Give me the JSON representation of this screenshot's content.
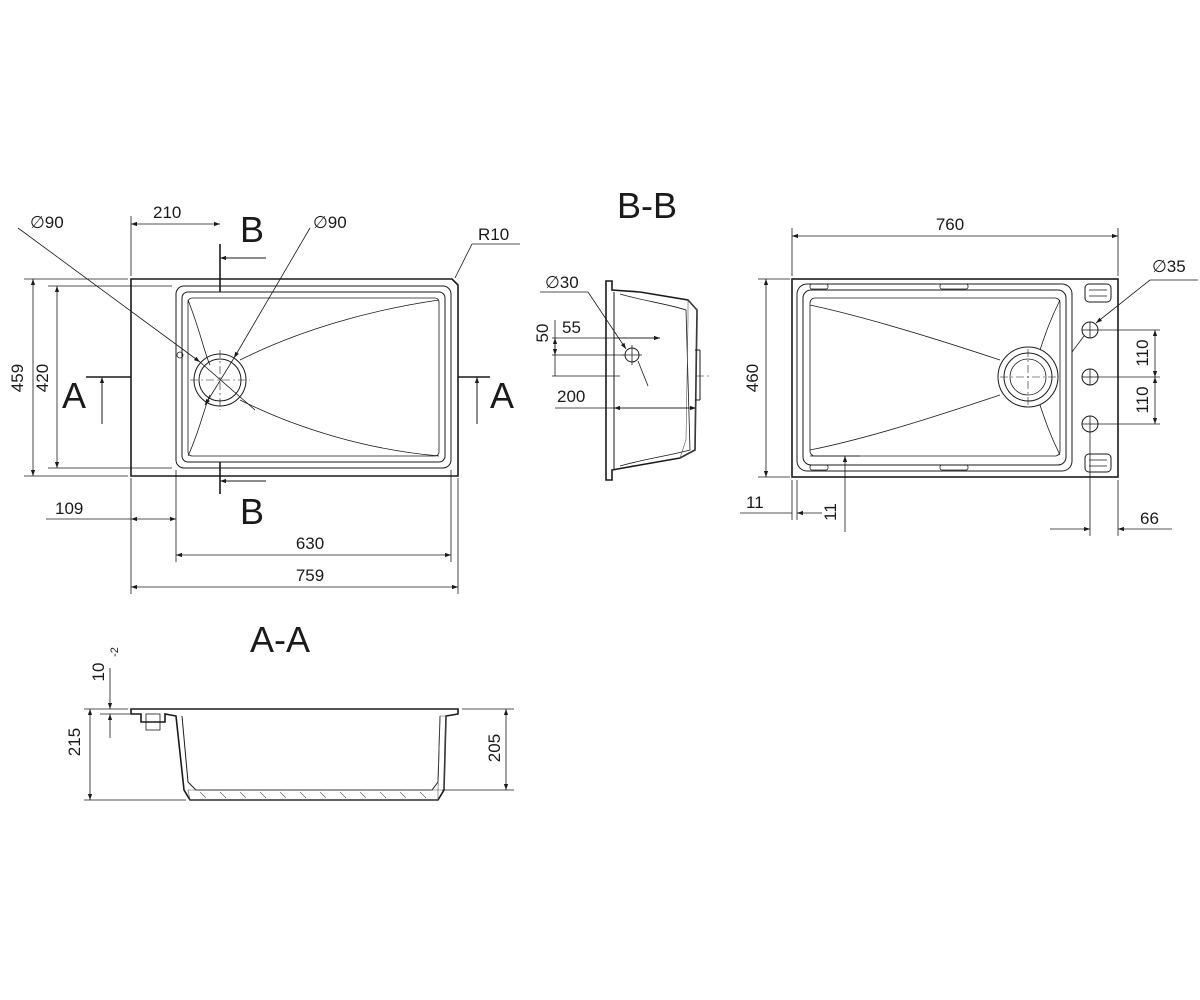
{
  "top_view": {
    "dims": {
      "d90_left": "∅90",
      "d90_right": "∅90",
      "w210": "210",
      "r10": "R10",
      "h459": "459",
      "h420": "420",
      "w109": "109",
      "w630": "630",
      "w759": "759"
    },
    "section_labels": {
      "a_left": "A",
      "a_right": "A",
      "b_top": "B",
      "b_bottom": "B"
    }
  },
  "section_bb": {
    "title": "B-B",
    "dims": {
      "d30": "∅30",
      "v50": "50",
      "w55": "55",
      "w200": "200"
    }
  },
  "bottom_view": {
    "dims": {
      "w760": "760",
      "d35": "∅35",
      "h460": "460",
      "v110_top": "110",
      "v110_bottom": "110",
      "w11_left": "11",
      "v11": "11",
      "w66": "66"
    }
  },
  "section_aa": {
    "title": "A-A",
    "dims": {
      "v10": "10",
      "tol": "-2",
      "v215": "215",
      "v205": "205"
    }
  }
}
